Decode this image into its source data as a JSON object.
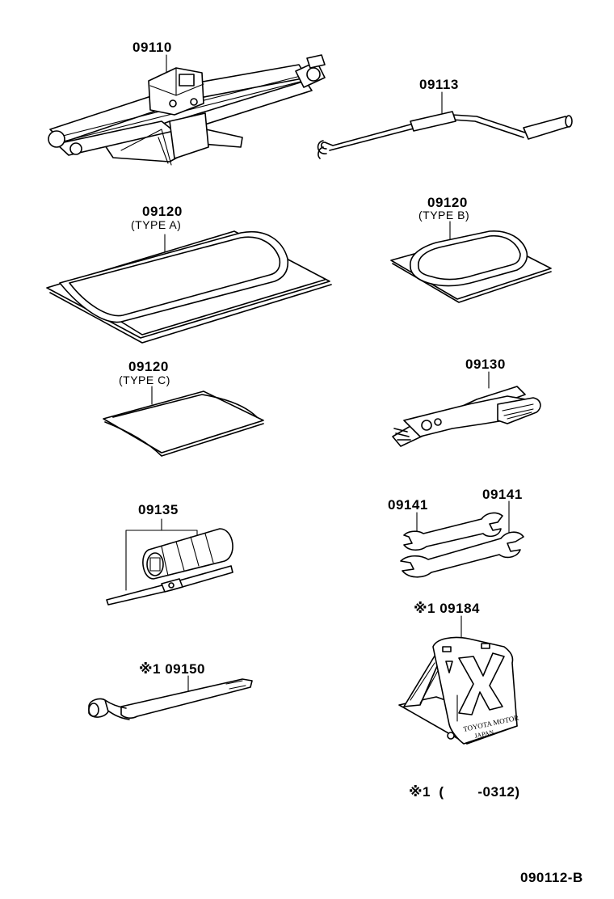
{
  "parts": {
    "jack": {
      "number": "09110"
    },
    "handle": {
      "number": "09113"
    },
    "bag_a": {
      "number": "09120",
      "type": "(TYPE  A)"
    },
    "bag_b": {
      "number": "09120",
      "type": "(TYPE  B)"
    },
    "bag_c": {
      "number": "09120",
      "type": "(TYPE  C)"
    },
    "pliers": {
      "number": "09130"
    },
    "screwdriver": {
      "number": "09135"
    },
    "wrench_1": {
      "number": "09141"
    },
    "wrench_2": {
      "number": "09141"
    },
    "lug_wrench": {
      "number": "※1 09150"
    },
    "wheel_chock": {
      "number": "※1  09184",
      "stamp_line1": "TOYOTA MOTOR",
      "stamp_line2": "JAPAN"
    }
  },
  "footnote": "※1  (        -0312)",
  "figure_code": "090112-B"
}
